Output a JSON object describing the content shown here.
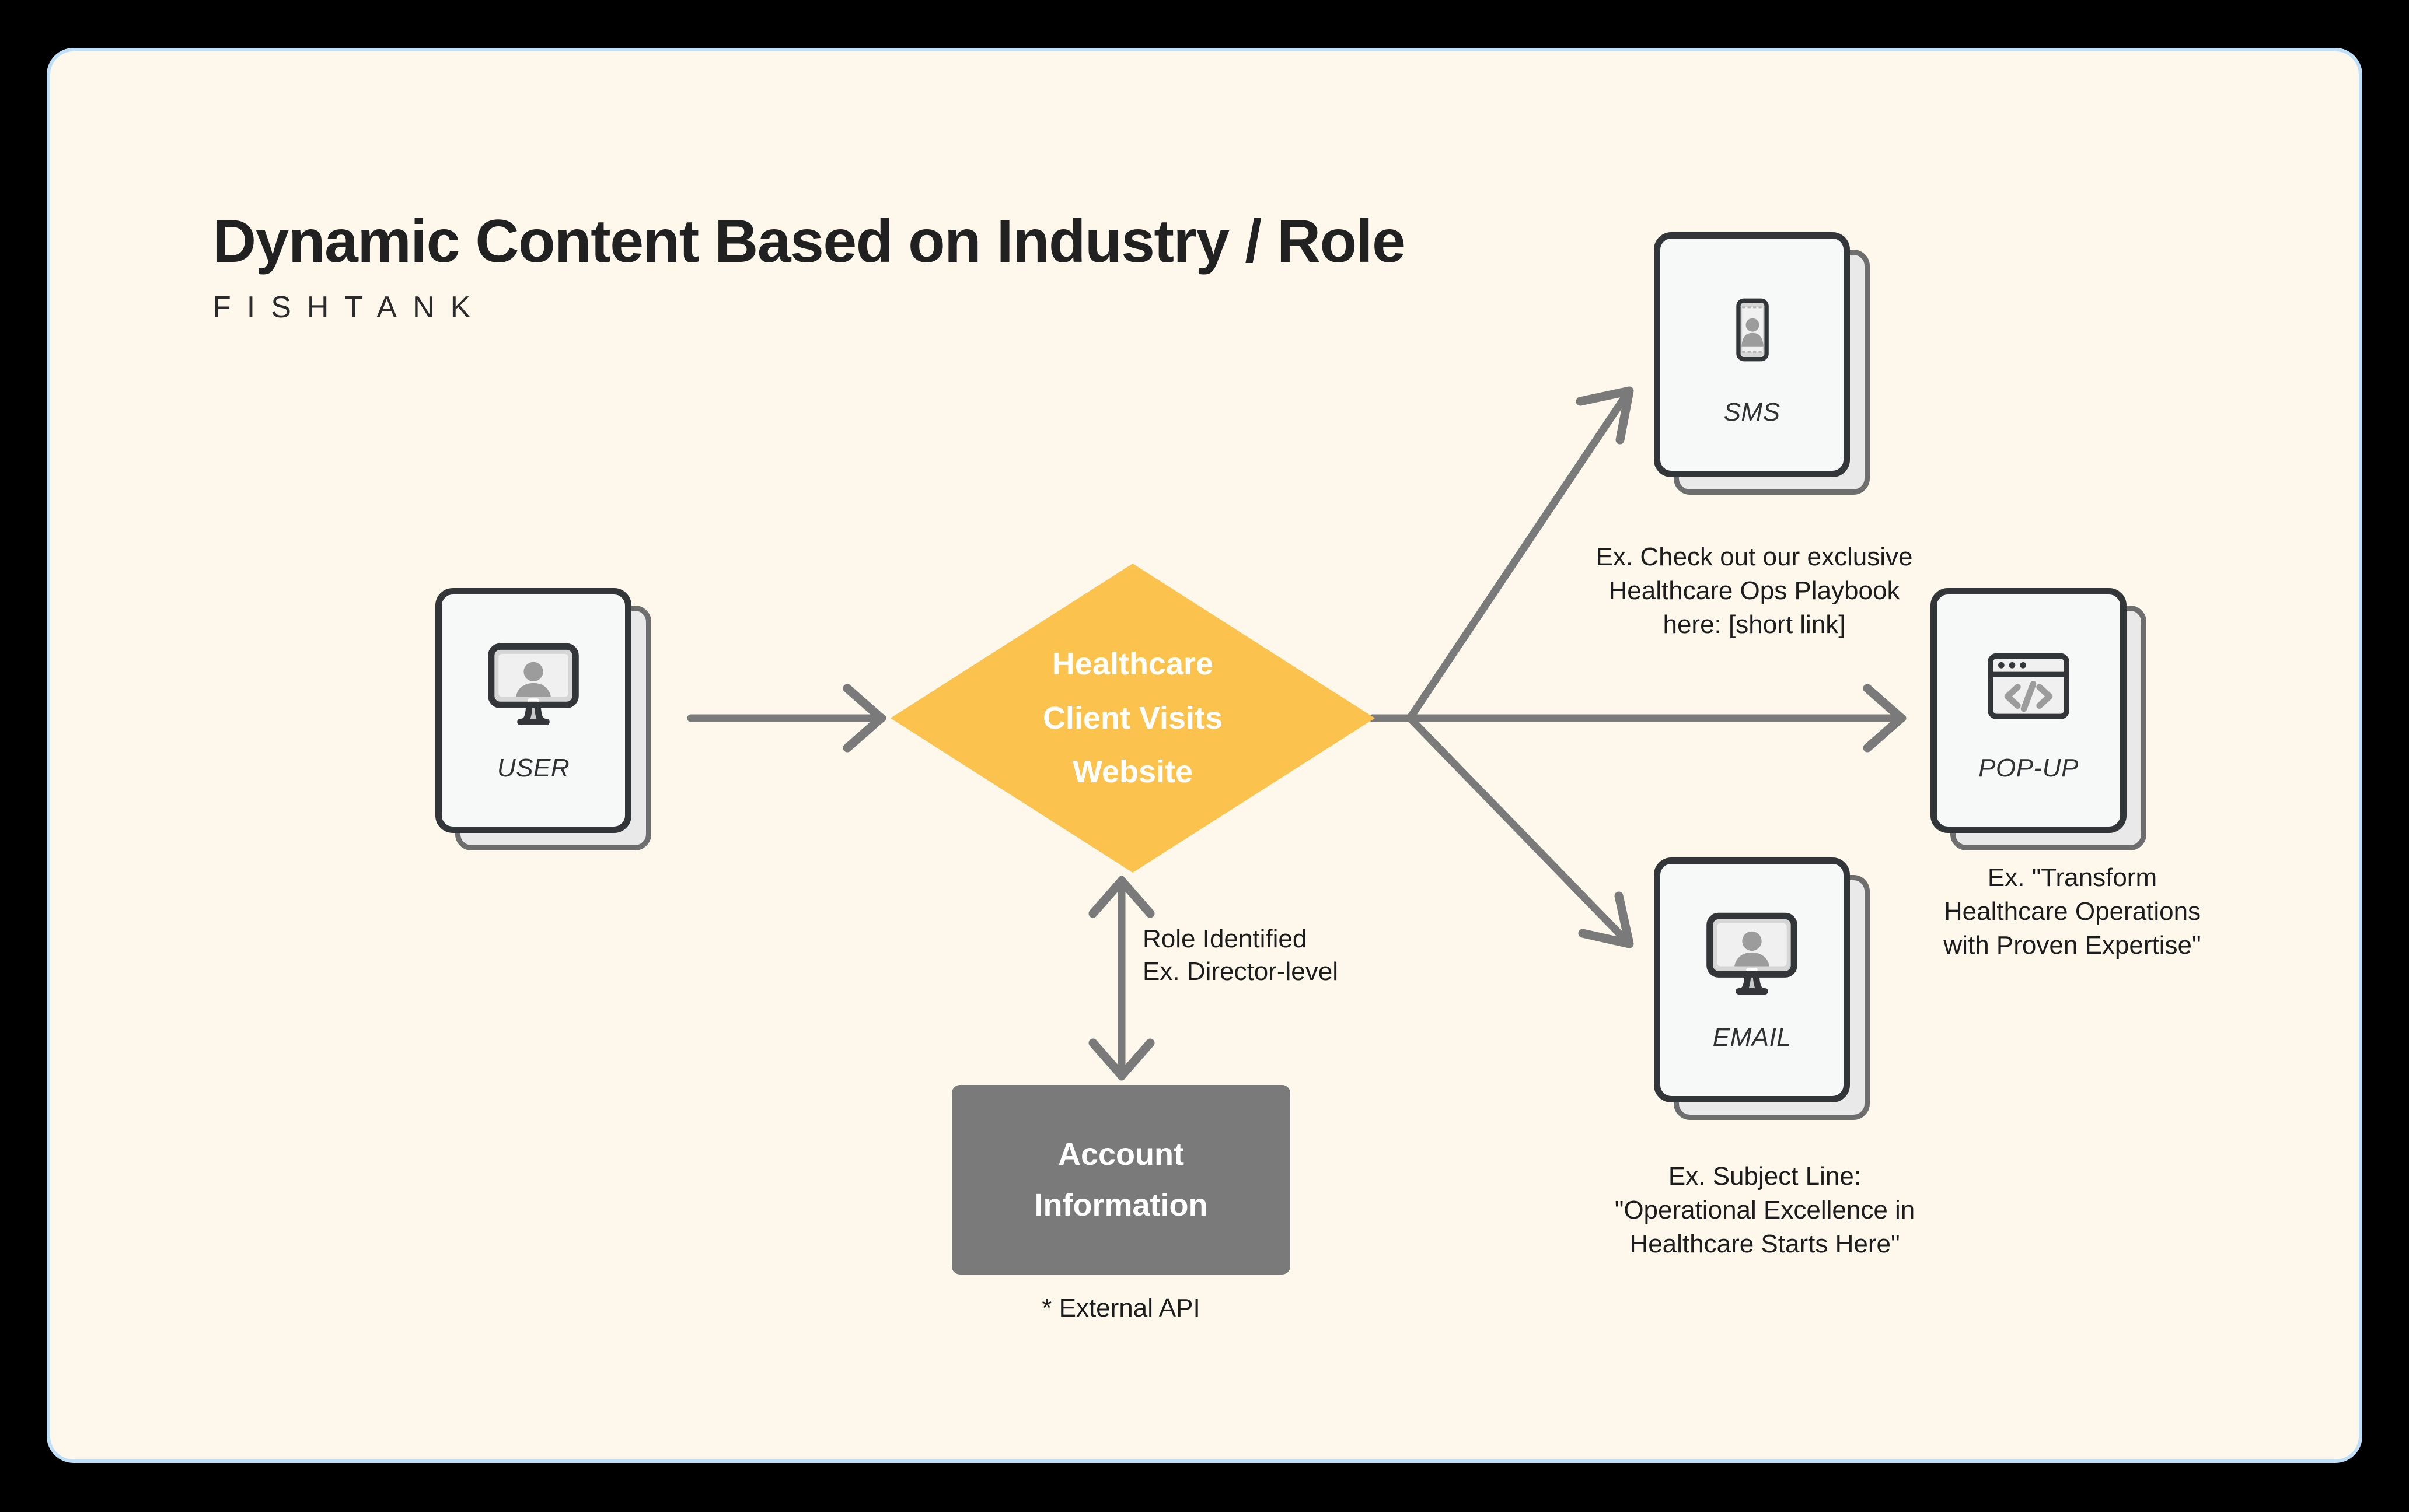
{
  "header": {
    "title": "Dynamic Content Based on Industry / Role",
    "brand": "FISHTANK"
  },
  "colors": {
    "canvas": "#FDF8EB",
    "panel_border": "#BFDFF8",
    "outer_background": "#000000",
    "decision_fill": "#FBC24D",
    "process_fill": "#7A7A7A",
    "connector": "#7A7A7A",
    "card_border": "#333638",
    "card_fill": "#F7F9F9",
    "card_shadow_fill": "#E9E9E9",
    "card_shadow_border": "#6E6E6E",
    "text": "#1c1c1c",
    "on_fill_text": "#FFFFFF"
  },
  "nodes": {
    "user": {
      "label": "USER",
      "icon": "monitor-user-icon"
    },
    "decision": {
      "lines": [
        "Healthcare",
        "Client Visits",
        "Website"
      ]
    },
    "account": {
      "lines": [
        "Account",
        "Information"
      ],
      "note": "* External API"
    },
    "sms": {
      "label": "SMS",
      "icon": "mobile-phone-user-icon"
    },
    "popup": {
      "label": "POP-UP",
      "icon": "browser-code-icon"
    },
    "email": {
      "label": "EMAIL",
      "icon": "monitor-user-icon"
    }
  },
  "edges": {
    "role_identified": {
      "lines": [
        "Role Identified",
        "Ex. Director-level"
      ]
    }
  },
  "captions": {
    "sms": {
      "lines": [
        "Ex. Check out our exclusive",
        "Healthcare Ops Playbook",
        "here: [short link]"
      ]
    },
    "popup": {
      "lines": [
        "Ex. \"Transform",
        "Healthcare Operations",
        "with Proven Expertise\""
      ]
    },
    "email": {
      "lines": [
        "Ex. Subject Line:",
        "\"Operational Excellence in",
        "Healthcare Starts Here\""
      ]
    }
  }
}
